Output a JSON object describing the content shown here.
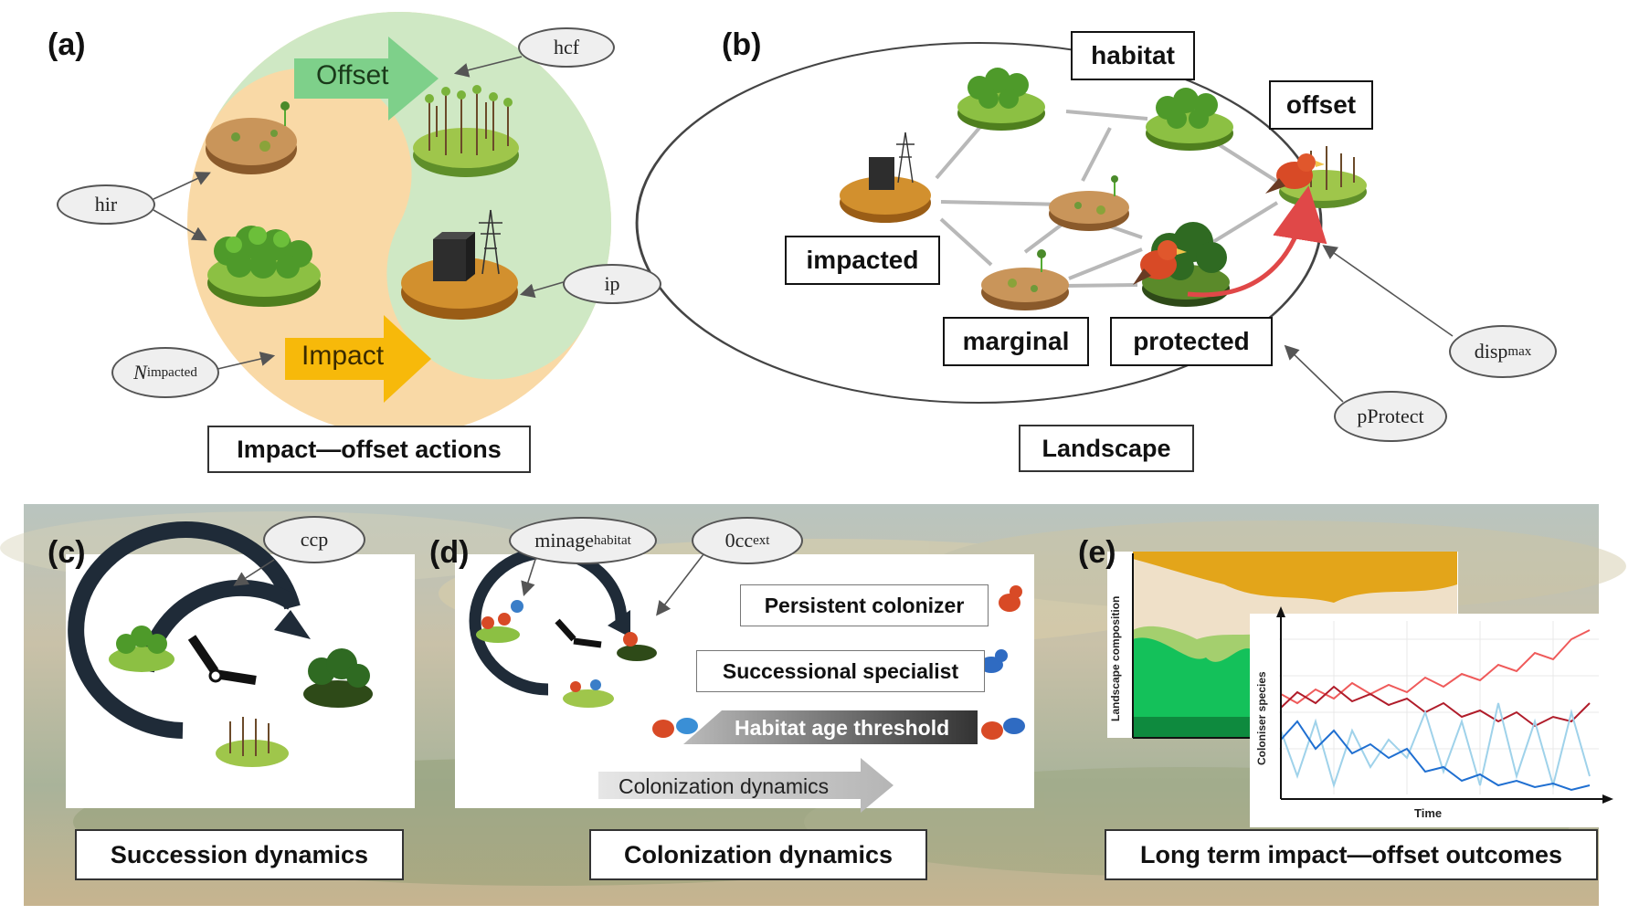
{
  "panels": {
    "a": {
      "letter": "(a)",
      "caption": "Impact—offset actions",
      "offset_arrow": "Offset",
      "impact_arrow": "Impact",
      "params": {
        "hcf": "hcf",
        "hir": "hir",
        "ip": "ip",
        "n_impacted_main": "N",
        "n_impacted_sub": "impacted"
      }
    },
    "b": {
      "letter": "(b)",
      "caption": "Landscape",
      "nodes": {
        "habitat": "habitat",
        "offset": "offset",
        "impacted": "impacted",
        "marginal": "marginal",
        "protected": "protected"
      },
      "params": {
        "disp_main": "disp",
        "disp_sub": "max",
        "pprotect": "pProtect"
      }
    },
    "c": {
      "letter": "(c)",
      "caption": "Succession dynamics",
      "params": {
        "ccp": "ccp"
      }
    },
    "d": {
      "letter": "(d)",
      "caption": "Colonization dynamics",
      "params": {
        "minage_main": "minage",
        "minage_sub": "habitat",
        "occ_main": "0cc",
        "occ_sub": "ext"
      },
      "boxes": {
        "persistent": "Persistent colonizer",
        "successional": "Successional specialist",
        "threshold": "Habitat age threshold"
      },
      "arrow_label": "Colonization dynamics"
    },
    "e": {
      "letter": "(e)",
      "caption": "Long term impact—offset outcomes",
      "ylabel_back": "Landscape composition",
      "ylabel_front": "Coloniser species",
      "xlabel_front": "Time"
    }
  },
  "colors": {
    "offset_green": "#cfe8c4",
    "impact_orange": "#f9d9a6",
    "arrow_green": "#7ed08a",
    "arrow_orange": "#f7b90a",
    "red_series": "#e74c4c",
    "dark_red_series": "#b01c2a",
    "blue_series": "#1f6fd1",
    "light_blue_series": "#9fd2ea"
  }
}
